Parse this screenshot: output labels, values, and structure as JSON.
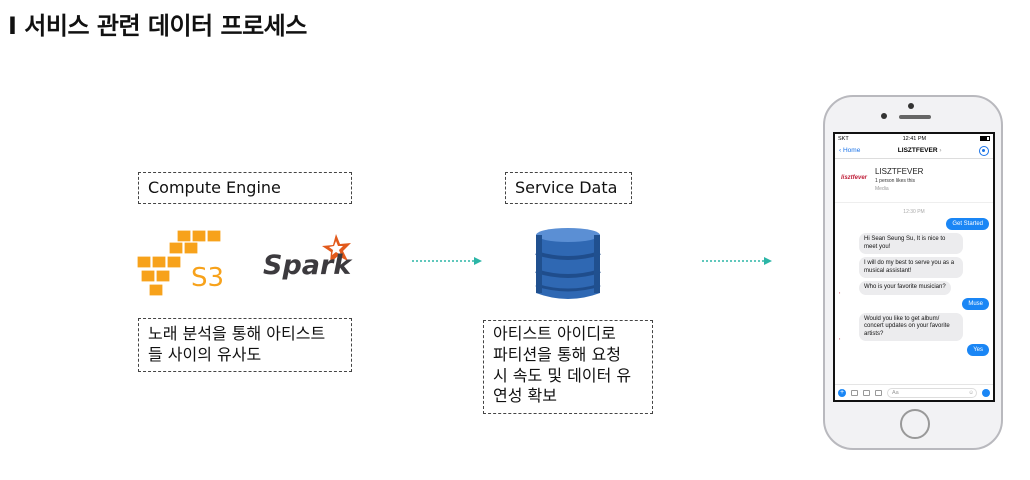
{
  "title": "I 서비스 관련 데이터 프로세스",
  "compute_engine": {
    "label": "Compute Engine",
    "s3_text": "S3",
    "spark_text": "Spark",
    "description_line1": "노래 분석을 통해 아티스트",
    "description_line2": "들 사이의 유사도"
  },
  "service_data": {
    "label": "Service Data",
    "description_line1": "아티스트 아이디로",
    "description_line2": "파티션을 통해 요청",
    "description_line3": "시 속도 및 데이터 유",
    "description_line4": "연성 확보"
  },
  "phone": {
    "status_carrier": "SKT",
    "status_time": "12:41 PM",
    "nav_back": "Home",
    "nav_title": "LISZTFEVER",
    "page_logo": "lisztfever",
    "page_name": "LISZTFEVER",
    "page_likes": "1 person likes this",
    "page_category": "Media",
    "timestamp": "12:30 PM",
    "messages": [
      {
        "from": "user",
        "text": "Get Started"
      },
      {
        "from": "bot",
        "text": "Hi Sean Seung Su, It is nice to meet you!"
      },
      {
        "from": "bot",
        "text": "I will do my best to serve you as a musical assistant!"
      },
      {
        "from": "bot",
        "text": "Who is your favorite musician?"
      },
      {
        "from": "user",
        "text": "Muse"
      },
      {
        "from": "bot",
        "text": "Would you like to get album/ concert updates on your favorite artists?"
      },
      {
        "from": "user",
        "text": "Yes"
      }
    ],
    "composer_placeholder": "Aa"
  },
  "colors": {
    "arrow": "#2bb5a6",
    "aws_orange": "#f7a21b",
    "spark_orange": "#e25a1c",
    "dynamo_blue": "#2f68b3",
    "messenger_blue": "#1a86f5"
  }
}
